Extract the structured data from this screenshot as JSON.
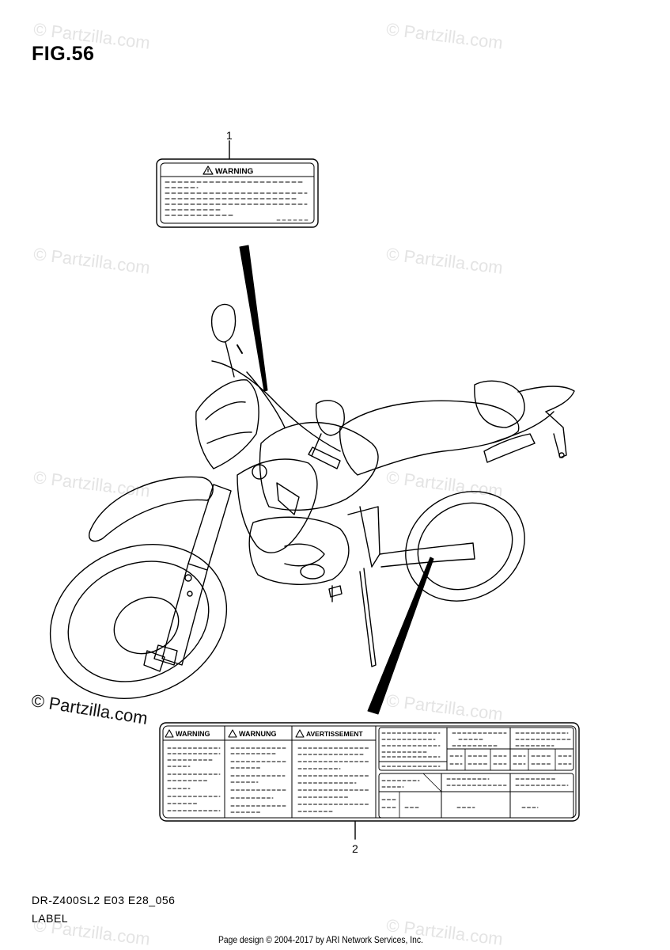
{
  "figure": {
    "title": "FIG.56",
    "model_code": "DR-Z400SL2 E03 E28_056",
    "section_label": "LABEL"
  },
  "watermark": {
    "text": "© Partzilla.com"
  },
  "footer": {
    "text": "Page design © 2004-2017 by ARI Network Services, Inc."
  },
  "parts": [
    {
      "ref": "1",
      "label_heading": "WARNING"
    },
    {
      "ref": "2",
      "label_headings": [
        "WARNING",
        "WARNUNG",
        "AVERTISSEMENT"
      ]
    }
  ],
  "colors": {
    "line": "#000000",
    "watermark": "#e4e4e4"
  }
}
